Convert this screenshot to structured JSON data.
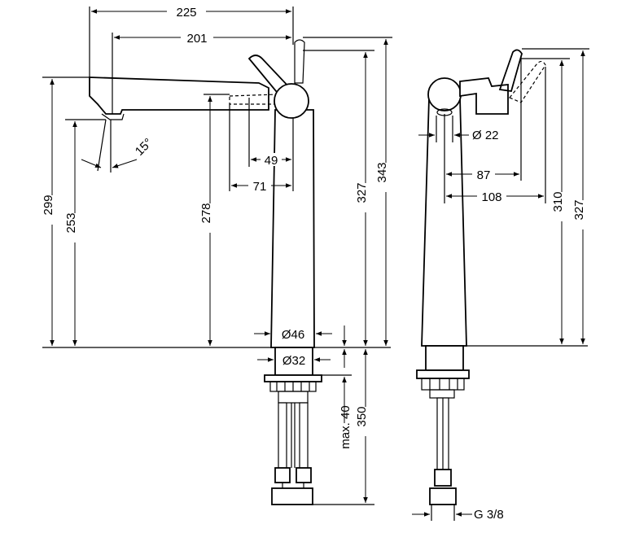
{
  "dimensions": {
    "spout_reach_total": "225",
    "spout_reach_inner": "201",
    "angle": "15°",
    "handle_offset_short": "49",
    "handle_offset_long": "71",
    "height_299": "299",
    "height_253": "253",
    "height_278": "278",
    "height_327_front": "327",
    "height_343": "343",
    "body_dia": "Ø46",
    "shank_dia": "Ø32",
    "max_thickness": "max. 40",
    "hose_length": "350",
    "side_dia": "Ø 22",
    "side_87": "87",
    "side_108": "108",
    "side_310": "310",
    "side_327": "327",
    "thread": "G 3/8"
  }
}
